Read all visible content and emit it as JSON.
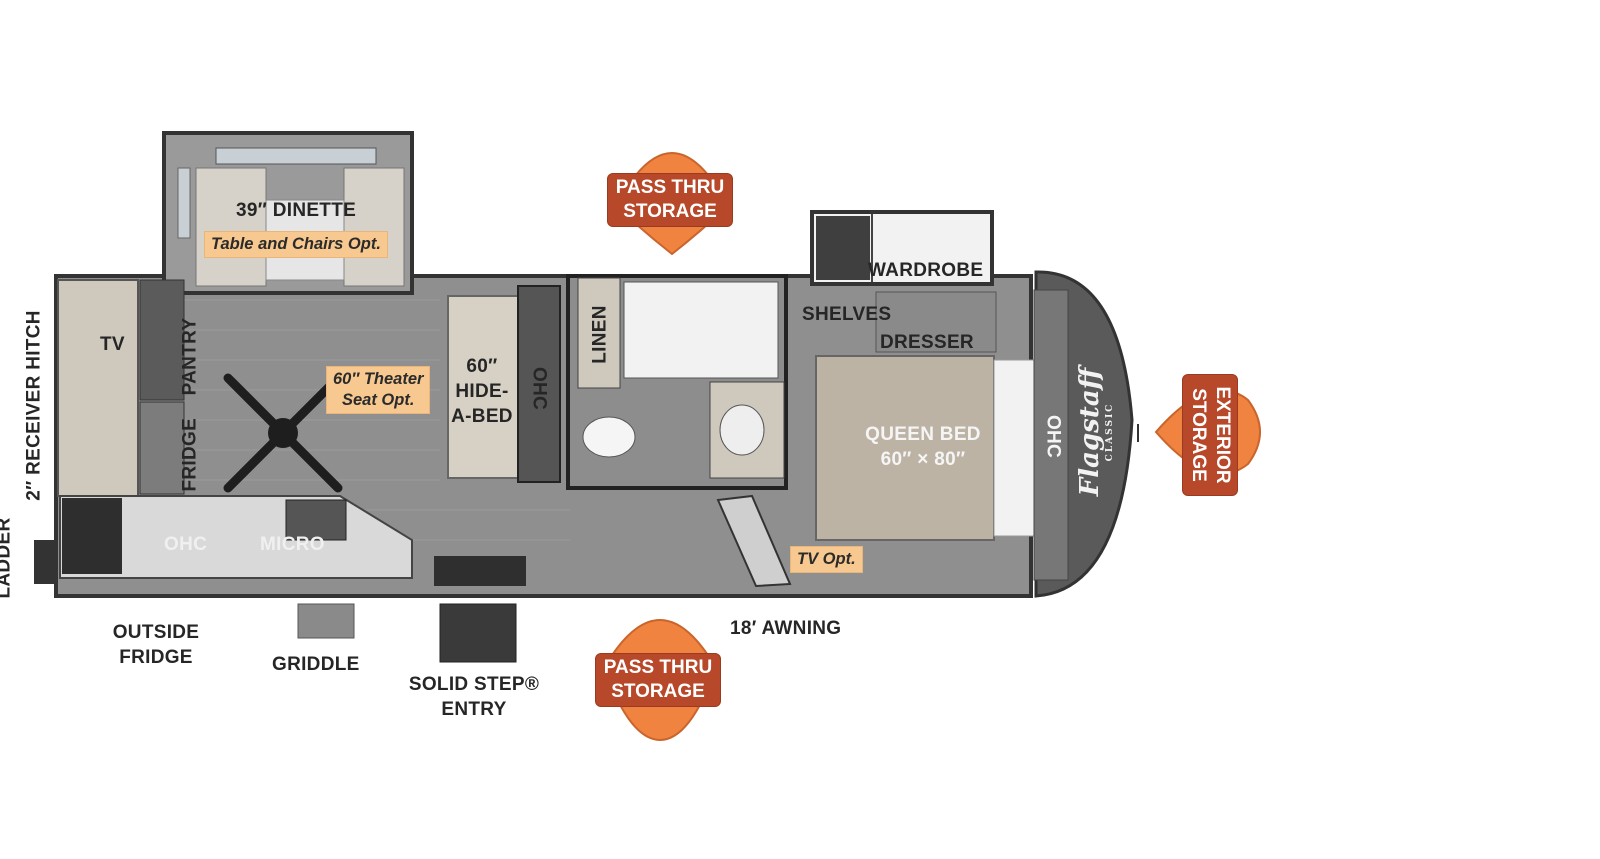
{
  "colors": {
    "floor": "#8e8e8e",
    "wall": "#3a3a3a",
    "counter": "#d9d9d9",
    "cap": "#5a5a5a",
    "badge": "#b8482a",
    "badge_arrow": "#f0833f",
    "option_tag": "#f7c890"
  },
  "rooms": {
    "dinette": {
      "title": "39″ DINETTE",
      "option": "Table and Chairs Opt."
    },
    "living": {
      "tv": "TV",
      "pantry": "PANTRY",
      "fridge": "FRIDGE",
      "theater_option": [
        "60″ Theater",
        "Seat Opt."
      ],
      "hide_a_bed": [
        "60″",
        "HIDE-",
        "A-BED"
      ],
      "ohc": "OHC"
    },
    "kitchen": {
      "ohc": "OHC",
      "micro": "MICRO"
    },
    "bath": {
      "linen": "LINEN"
    },
    "bedroom": {
      "wardrobe": "WARDROBE",
      "shelves": "SHELVES",
      "dresser": "DRESSER",
      "bed": [
        "QUEEN BED",
        "60″ × 80″"
      ],
      "ohc": "OHC",
      "tv_option": "TV Opt."
    }
  },
  "exterior": {
    "receiver_hitch": "2″ RECEIVER HITCH",
    "ladder": "LADDER",
    "outside_fridge": [
      "OUTSIDE",
      "FRIDGE"
    ],
    "griddle": "GRIDDLE",
    "entry": [
      "SOLID STEP®",
      "ENTRY"
    ],
    "awning": "18′ AWNING"
  },
  "storage_badges": {
    "pass_thru_top": [
      "PASS THRU",
      "STORAGE"
    ],
    "pass_thru_bottom": [
      "PASS THRU",
      "STORAGE"
    ],
    "exterior": [
      "EXTERIOR",
      "STORAGE"
    ]
  },
  "brand": {
    "logo": "Flagstaff",
    "sublogo": "CLASSIC"
  }
}
